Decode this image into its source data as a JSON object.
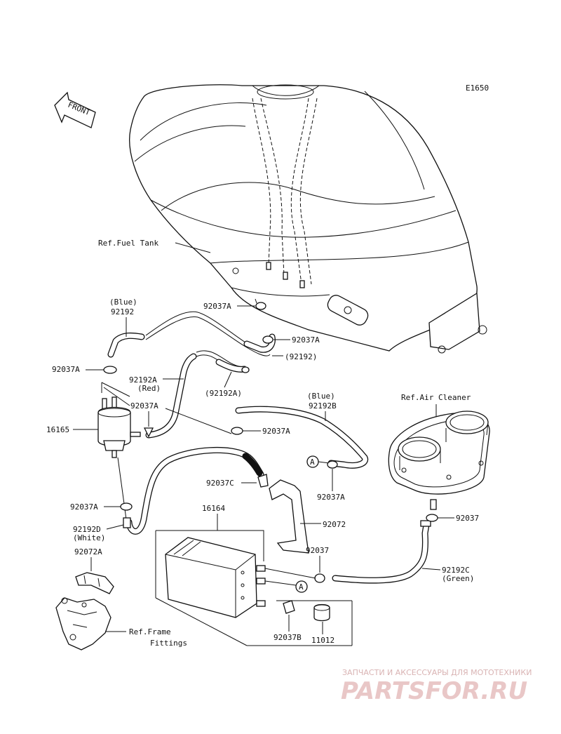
{
  "diagram_code": "E1650",
  "front_arrow_label": "FRONT",
  "labels": {
    "ref_fuel_tank": "Ref.Fuel Tank",
    "blue_1": "(Blue)",
    "p92192": "92192",
    "p92037A_1": "92037A",
    "p92037A_2": "92037A",
    "p92192_paren": "(92192)",
    "p92037A_3": "92037A",
    "p92192A": "92192A",
    "red": "(Red)",
    "p92192A_paren": "(92192A)",
    "p92037A_4": "92037A",
    "p16165": "16165",
    "blue_2": "(Blue)",
    "p92192B": "92192B",
    "p92037A_5": "92037A",
    "ref_air_cleaner": "Ref.Air Cleaner",
    "marker_a": "A",
    "p92037C": "92037C",
    "p92037A_6": "92037A",
    "p92037A_7": "92037A",
    "p92192D": "92192D",
    "white": "(White)",
    "p16164": "16164",
    "p92072": "92072",
    "p92037": "92037",
    "p92037_2": "92037",
    "p92072A": "92072A",
    "p92192C": "92192C",
    "green": "(Green)",
    "ref_frame": "Ref.Frame",
    "fittings": "Fittings",
    "p92037B": "92037B",
    "p11012": "11012"
  },
  "watermark": {
    "subtitle": "ЗАПЧАСТИ И АКСЕССУАРЫ ДЛЯ МОТОТЕХНИКИ",
    "brand": "PARTSFOR.RU"
  }
}
